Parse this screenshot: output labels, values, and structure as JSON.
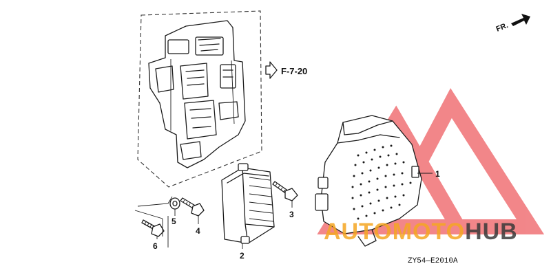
{
  "callouts": {
    "c1": "1",
    "c2": "2",
    "c3": "3",
    "c4": "4",
    "c5": "5",
    "c6": "6"
  },
  "reference": "F-7-20",
  "direction": "FR.",
  "diagram_code": "ZY54—E2010A",
  "watermark": {
    "part1": "AUTOMOTO",
    "part2": "HUB",
    "color_orange": "#f5a623",
    "color_red": "#e8242a",
    "color_dark": "#3a3a3a"
  }
}
